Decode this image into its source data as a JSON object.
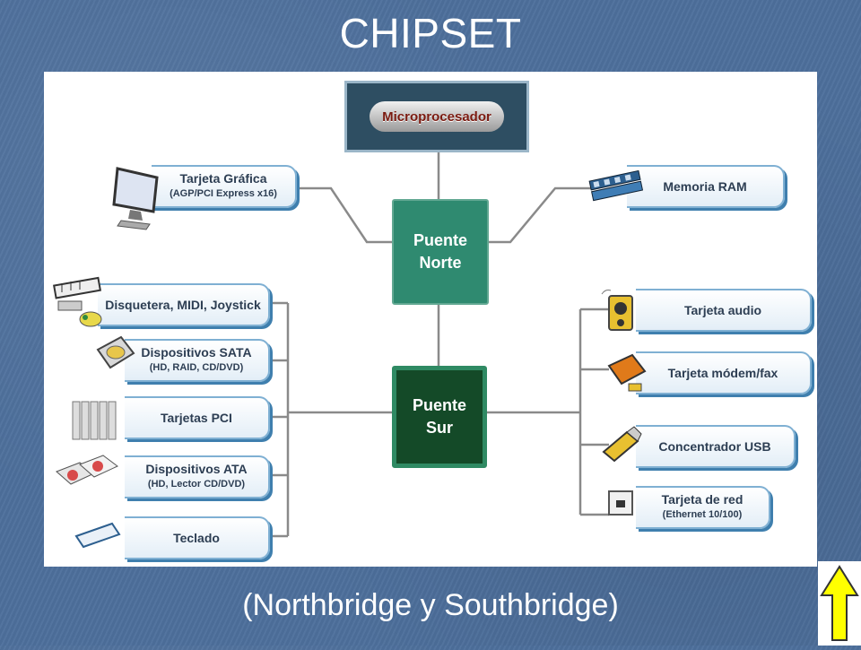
{
  "title": "CHIPSET",
  "subtitle": "(Northbridge y Southbridge)",
  "diagram": {
    "cpu": "Microprocesador",
    "north": {
      "line1": "Puente",
      "line2": "Norte"
    },
    "south": {
      "line1": "Puente",
      "line2": "Sur"
    },
    "graphics": {
      "line1": "Tarjeta Gráfica",
      "line2": "(AGP/PCI Express x16)"
    },
    "ram": {
      "line1": "Memoria RAM"
    },
    "floppy": {
      "line1": "Disquetera, MIDI, Joystick"
    },
    "sata": {
      "line1": "Dispositivos SATA",
      "line2": "(HD, RAID, CD/DVD)"
    },
    "pci": {
      "line1": "Tarjetas PCI"
    },
    "ata": {
      "line1": "Dispositivos ATA",
      "line2": "(HD, Lector CD/DVD)"
    },
    "keyboard": {
      "line1": "Teclado"
    },
    "audio": {
      "line1": "Tarjeta audio"
    },
    "modem": {
      "line1": "Tarjeta módem/fax"
    },
    "usb": {
      "line1": "Concentrador USB"
    },
    "network": {
      "line1": "Tarjeta de red",
      "line2": "(Ethernet 10/100)"
    }
  }
}
